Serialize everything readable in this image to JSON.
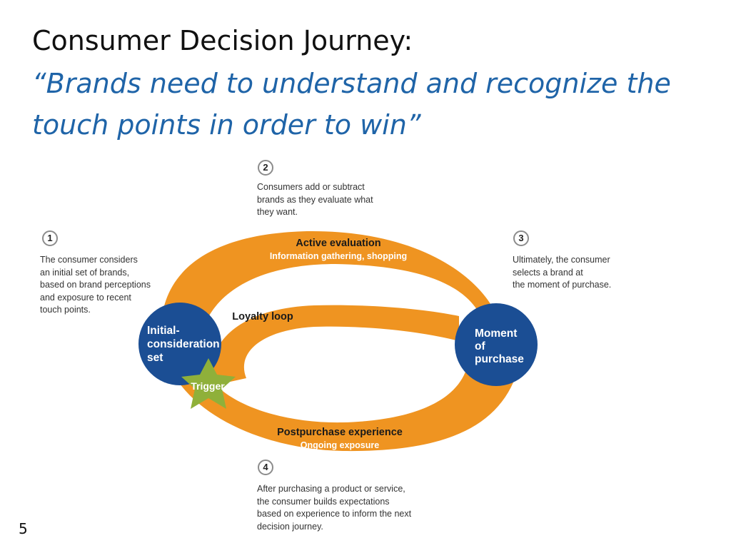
{
  "title": "Consumer Decision Journey:",
  "quote": "“Brands need to understand and recognize the touch points in order to win”",
  "page_number": "5",
  "colors": {
    "loop": "#ef9421",
    "node": "#1b4e94",
    "star": "#8fb03a",
    "title": "#111111",
    "quote": "#1f64a8"
  },
  "steps": [
    {
      "number": "1",
      "lines": [
        "The consumer considers",
        "an initial set of brands,",
        "based on brand perceptions",
        "and exposure to recent",
        "touch points."
      ]
    },
    {
      "number": "2",
      "lines": [
        "Consumers add or subtract",
        "brands as they evaluate what",
        "they want."
      ]
    },
    {
      "number": "3",
      "lines": [
        "Ultimately, the consumer",
        "selects a brand at",
        "the moment of purchase."
      ]
    },
    {
      "number": "4",
      "lines": [
        "After purchasing a product or service,",
        "the consumer builds expectations",
        "based on experience to inform the next",
        "decision journey."
      ]
    }
  ],
  "diagram": {
    "active_evaluation": {
      "title": "Active evaluation",
      "subtitle": "Information gathering, shopping"
    },
    "loyalty_loop": "Loyalty loop",
    "postpurchase": {
      "title": "Postpurchase experience",
      "subtitle": "Ongoing exposure"
    },
    "initial_set": [
      "Initial-",
      "consideration",
      "set"
    ],
    "moment": [
      "Moment",
      "of",
      "purchase"
    ],
    "trigger": "Trigger"
  }
}
